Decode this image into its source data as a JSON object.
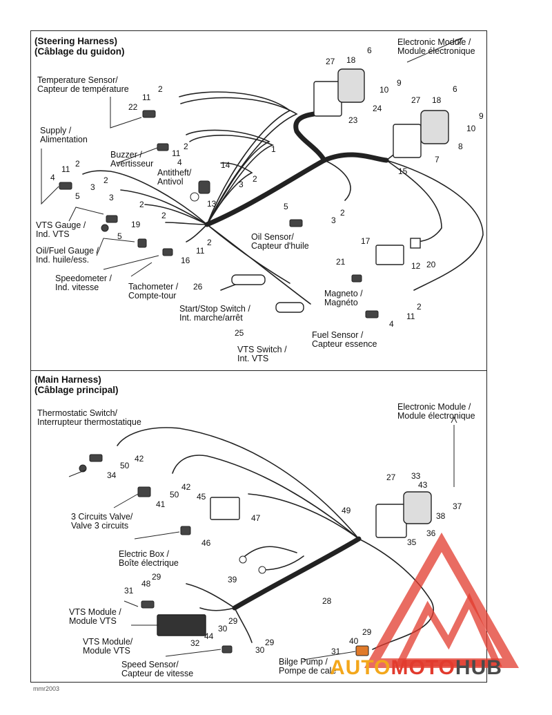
{
  "steering": {
    "title1": "(Steering Harness)",
    "title2": "(Câblage du guidon)",
    "labels": {
      "electronic_module": "Electronic Module /\nModule électronique",
      "temperature_sensor": "Temperature Sensor/\nCapteur de température",
      "supply": "Supply /\nAlimentation",
      "buzzer": "Buzzer /\nAvertisseur",
      "antitheft": "Antitheft/\nAntivol",
      "vts_gauge": "VTS Gauge /\nInd. VTS",
      "oil_fuel_gauge": "Oil/Fuel Gauge /\nInd. huile/ess.",
      "speedometer": "Speedometer /\nInd. vitesse",
      "tachometer": "Tachometer /\nCompte-tour",
      "start_stop": "Start/Stop Switch /\nInt. marche/arrêt",
      "vts_switch": "VTS Switch /\nInt. VTS",
      "oil_sensor": "Oil Sensor/\nCapteur d'huile",
      "magneto": "Magneto /\nMagnéto",
      "fuel_sensor": "Fuel Sensor /\nCapteur essence"
    }
  },
  "main": {
    "title1": "(Main Harness)",
    "title2": "(Câblage principal)",
    "labels": {
      "thermostatic": "Thermostatic Switch/\nInterrupteur thermostatique",
      "electronic_module": "Electronic Module /\nModule électronique",
      "valve": "3 Circuits Valve/\nValve 3 circuits",
      "electric_box": "Electric Box /\nBoîte électrique",
      "vts_module_1": "VTS Module /\nModule VTS",
      "vts_module_2": "VTS Module/\nModule VTS",
      "speed_sensor": "Speed Sensor/\nCapteur de vitesse",
      "bilge_pump": "Bilge Pump /\nPompe de cale"
    }
  },
  "callouts": {
    "s27a": "27",
    "s18a": "18",
    "s6a": "6",
    "s9a": "9",
    "s10a": "10",
    "s24": "24",
    "s2a": "2",
    "s11a": "11",
    "s22": "22",
    "s23": "23",
    "s27b": "27",
    "s18b": "18",
    "s6b": "6",
    "s9b": "9",
    "s10b": "10",
    "s8": "8",
    "s7": "7",
    "s15": "15",
    "s1": "1",
    "s2b": "2",
    "s11b": "11",
    "s4a": "4",
    "s14": "14",
    "s2c": "2",
    "s3a": "3",
    "s11c": "11",
    "s2d": "2",
    "s4b": "4",
    "s3b": "3",
    "s2e": "2",
    "s13": "13",
    "s5a": "5",
    "s3c": "3",
    "s2f": "2",
    "s5b": "5",
    "s19": "19",
    "s2g": "2",
    "s5c": "5",
    "s2h": "2",
    "s3d": "3",
    "s11d": "11",
    "s16": "16",
    "s17": "17",
    "s12": "12",
    "s20": "20",
    "s21": "21",
    "s26": "26",
    "s25": "25",
    "s2i": "2",
    "s11e": "11",
    "s4c": "4",
    "m42a": "42",
    "m50a": "50",
    "m34": "34",
    "m42b": "42",
    "m50b": "50",
    "m41": "41",
    "m45": "45",
    "m47": "47",
    "m46": "46",
    "m49": "49",
    "m27": "27",
    "m33": "33",
    "m43": "43",
    "m37": "37",
    "m38": "38",
    "m36": "36",
    "m35": "35",
    "m39": "39",
    "m28": "28",
    "m29a": "29",
    "m48": "48",
    "m31a": "31",
    "m29b": "29",
    "m30a": "30",
    "m32": "32",
    "m44": "44",
    "m29c": "29",
    "m30b": "30",
    "m29d": "29",
    "m40": "40",
    "m31b": "31"
  },
  "figure_code": "mmr2003",
  "watermark": {
    "part1": "AUTO",
    "part2": "MOTO",
    "part3": "HUB",
    "color_red": "#e23b2e",
    "color_orange": "#f3a71c",
    "color_dark": "#4a4a4a"
  }
}
